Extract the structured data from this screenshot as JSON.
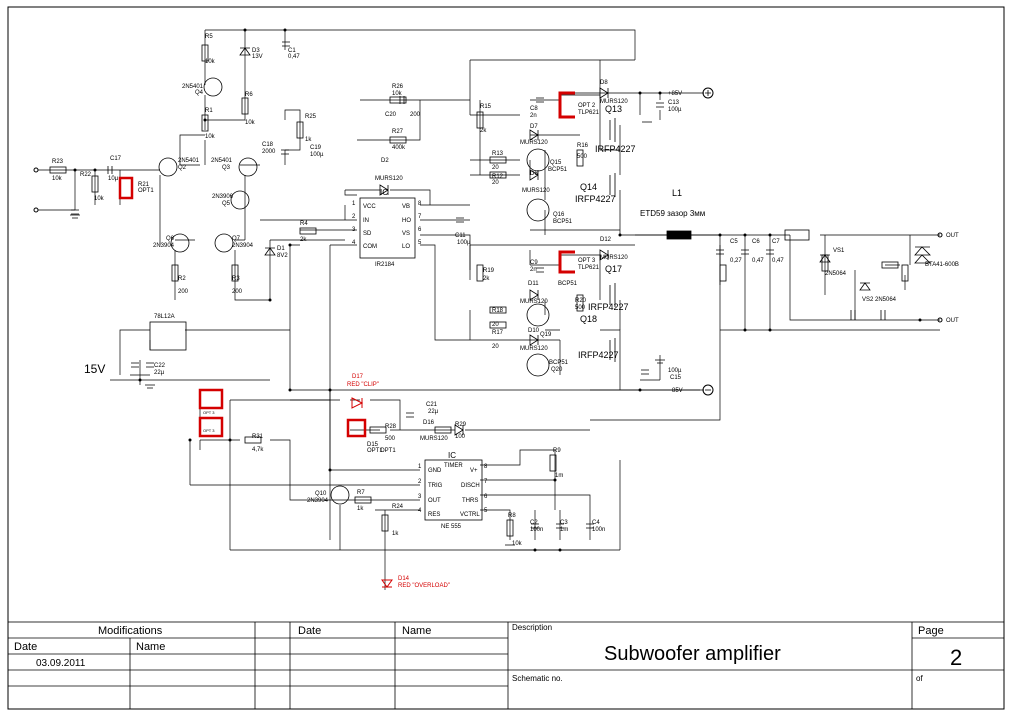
{
  "colors": {
    "line": "#000000",
    "highlight": "#d40000"
  },
  "schematic": {
    "supply_label": "15V",
    "pos_rail": "+85V",
    "neg_rail": "85V",
    "out_label": "OUT",
    "inductor": {
      "name": "L1",
      "note": "ETD59 зазор 3мм"
    },
    "ic_driver": {
      "title": "IC",
      "part": "IR2184",
      "pins_left": [
        {
          "num": "1",
          "name": "VCC"
        },
        {
          "num": "2",
          "name": "IN"
        },
        {
          "num": "3",
          "name": "SD"
        },
        {
          "num": "4",
          "name": "COM"
        }
      ],
      "pins_right": [
        {
          "num": "8",
          "name": "VB"
        },
        {
          "num": "7",
          "name": "HO"
        },
        {
          "num": "6",
          "name": "VS"
        },
        {
          "num": "5",
          "name": "LO"
        }
      ]
    },
    "ic_timer": {
      "title": "IC",
      "name": "TIMER",
      "part": "NE 555",
      "pins_left": [
        {
          "num": "1",
          "name": "GND"
        },
        {
          "num": "2",
          "name": "TRIG"
        },
        {
          "num": "3",
          "name": "OUT"
        },
        {
          "num": "4",
          "name": "RES"
        }
      ],
      "pins_right": [
        {
          "num": "8",
          "name": "V+"
        },
        {
          "num": "7",
          "name": "DISCH"
        },
        {
          "num": "6",
          "name": "THRS"
        },
        {
          "num": "5",
          "name": "VCTRL"
        }
      ]
    },
    "regulator": "78L12A",
    "mosfets": [
      {
        "ref": "Q13",
        "part": "IRFP4227"
      },
      {
        "ref": "Q14",
        "part": "IRFP4227"
      },
      {
        "ref": "Q17",
        "part": "IRFP4227"
      },
      {
        "ref": "Q18",
        "part": "IRFP4227"
      }
    ],
    "leds": {
      "clip": [
        "D17",
        "RED \"CLIP\""
      ],
      "overload": [
        "D14",
        "RED \"OVERLOAD\""
      ]
    },
    "opto_labels": [
      "OPT 2",
      "TLP621",
      "OPT 3",
      "TLP621",
      "OPT1",
      "OPT 3",
      "OPT 3"
    ],
    "triac": "BTA41-600B",
    "thyristors": [
      "VS1",
      "2N5064",
      "VS2",
      "2N5064"
    ],
    "parts": [
      "R23",
      "10k",
      "C17",
      "10µ",
      "R22",
      "10k",
      "R21",
      "OPT1",
      "R5",
      "10k",
      "D3",
      "13V",
      "C1",
      "0,47",
      "2N5401",
      "Q4",
      "R1",
      "10k",
      "R6",
      "10k",
      "2N5401",
      "Q2",
      "2N5401",
      "Q3",
      "2N3906",
      "Q5",
      "Q6",
      "2N3904",
      "Q7",
      "2N3904",
      "R2",
      "200",
      "R3",
      "200",
      "D1",
      "8V2",
      "R4",
      "2k",
      "R25",
      "1k",
      "C18",
      "2000",
      "C19",
      "100µ",
      "R26",
      "10k",
      "C20",
      "200",
      "R27",
      "400k",
      "D2",
      "MURS120",
      "C11",
      "100µ",
      "R15",
      "2k",
      "C8",
      "2n",
      "D8",
      "MURS120",
      "C13",
      "100µ",
      "D7",
      "MURS120",
      "R16",
      "500",
      "R13",
      "20",
      "Q15",
      "BCP51",
      "D6",
      "MURS120",
      "R12",
      "20",
      "Q16",
      "BCP51",
      "D12",
      "MURS120",
      "C9",
      "2n",
      "R19",
      "2k",
      "D11",
      "MURS120",
      "R20",
      "500",
      "BCP51",
      "R18",
      "20",
      "D10",
      "MURS120",
      "Q19",
      "R17",
      "20",
      "BCP51",
      "Q20",
      "C15",
      "100µ",
      "C5",
      "0,27",
      "C6",
      "0,47",
      "C7",
      "0,47",
      "C22",
      "22µ",
      "C21",
      "22µ",
      "R28",
      "500",
      "D16",
      "MURS120",
      "R29",
      "100",
      "D15",
      "OPT1",
      "R31",
      "4,7k",
      "R9",
      "1m",
      "Q10",
      "2N3904",
      "R7",
      "1k",
      "R24",
      "1k",
      "R8",
      "10k",
      "C2",
      "100n",
      "C3",
      "1m",
      "C4",
      "100n"
    ]
  },
  "title_block": {
    "modifications": "Modifications",
    "date_h": "Date",
    "name_h": "Name",
    "date_val": "03.09.2011",
    "date_h2": "Date",
    "name_h2": "Name",
    "description_h": "Description",
    "description": "Subwoofer amplifier",
    "schematic_no": "Schematic no.",
    "page_h": "Page",
    "page_val": "2",
    "of": "of"
  }
}
